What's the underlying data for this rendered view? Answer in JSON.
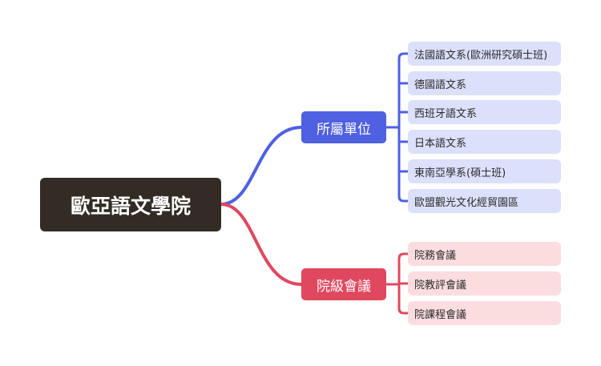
{
  "diagram": {
    "root": {
      "label": "歐亞語文學院"
    },
    "branches": [
      {
        "label": "所屬單位",
        "color": "#4f60e1",
        "leaf_color": "#dbe0fb",
        "children": [
          "法國語文系(歐洲研究碩士班)",
          "德國語文系",
          "西班牙語文系",
          "日本語文系",
          "東南亞學系(碩士班)",
          "歐盟觀光文化經貿園區"
        ]
      },
      {
        "label": "院級會議",
        "color": "#e0485f",
        "leaf_color": "#fbdde0",
        "children": [
          "院務會議",
          "院教評會議",
          "院課程會議"
        ]
      }
    ]
  }
}
